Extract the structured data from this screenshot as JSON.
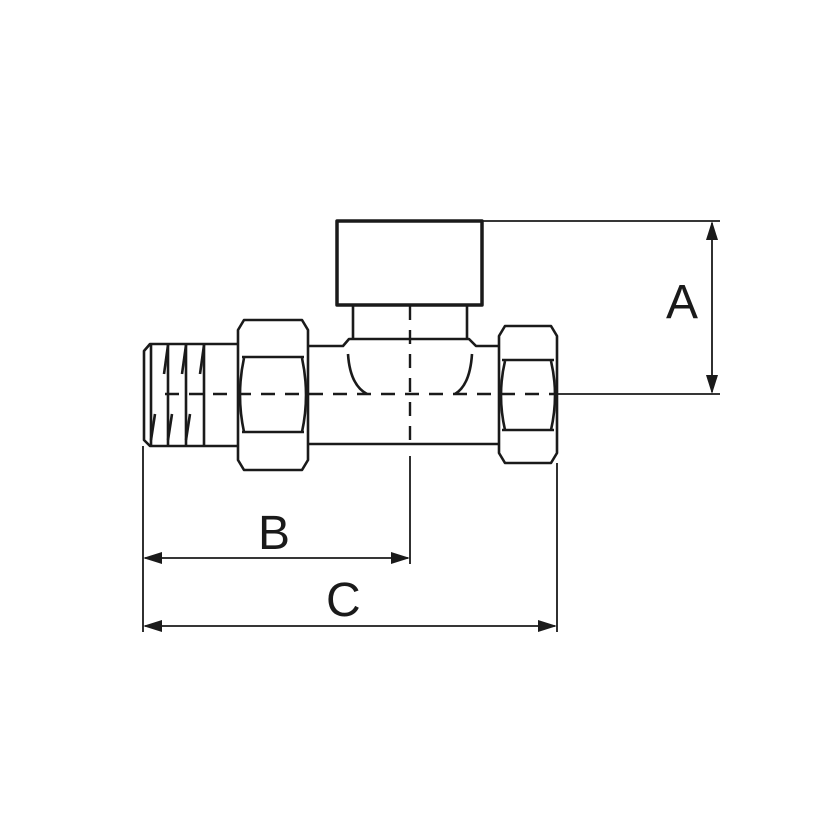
{
  "diagram": {
    "dimensions": [
      {
        "id": "A",
        "label": "A"
      },
      {
        "id": "B",
        "label": "B"
      },
      {
        "id": "C",
        "label": "C"
      }
    ],
    "colors": {
      "line": "#1a1a1a",
      "background": "#ffffff"
    }
  }
}
